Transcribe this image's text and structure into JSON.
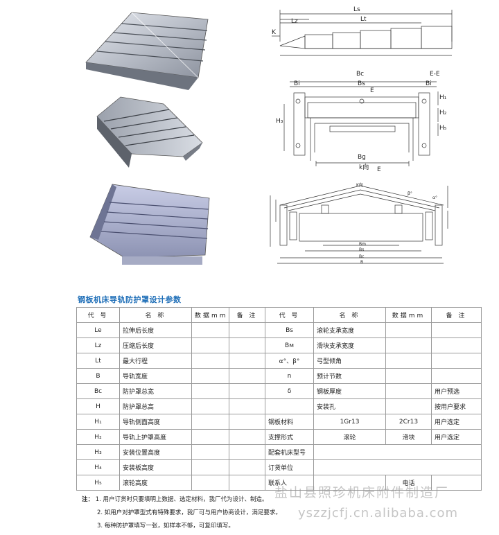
{
  "title": "钢板机床导轨防护罩设计参数",
  "drawing_labels": {
    "top": {
      "ls": "Ls",
      "lz": "Lz",
      "lt": "Lt",
      "k": "K"
    },
    "middle": {
      "bc": "Bc",
      "ee": "E-E",
      "bi_left": "Bi",
      "bs": "Bs",
      "bi_right": "Bi",
      "e_top": "E",
      "h1": "H₁",
      "h2": "H₂",
      "h3": "H₃",
      "h5": "H₅",
      "bg": "Bg",
      "kto": "k向",
      "e_bottom": "E"
    },
    "bottom": {
      "kto": "K向",
      "beta": "β°",
      "alpha": "α°",
      "b_m": "Bm",
      "b_s": "Bs",
      "b_c": "Bc",
      "b": "B"
    }
  },
  "table": {
    "headers": [
      "代 号",
      "名 称",
      "数据mm",
      "备 注",
      "代 号",
      "名 称",
      "数据mm",
      "备 注"
    ],
    "rows": [
      {
        "c1": "Le",
        "c2": "拉伸后长度",
        "c3": "",
        "c4": "",
        "c5": "Bs",
        "c6": "滚轮支承宽度",
        "c7": "",
        "c8": ""
      },
      {
        "c1": "Lz",
        "c2": "压缩后长度",
        "c3": "",
        "c4": "",
        "c5": "Bм",
        "c6": "滑块支承宽度",
        "c7": "",
        "c8": ""
      },
      {
        "c1": "Lt",
        "c2": "最大行程",
        "c3": "",
        "c4": "",
        "c5": "α°、β°",
        "c6": "弓型倾角",
        "c7": "",
        "c8": ""
      },
      {
        "c1": "B",
        "c2": "导轨宽度",
        "c3": "",
        "c4": "",
        "c5": "n",
        "c6": "预计节数",
        "c7": "",
        "c8": ""
      },
      {
        "c1": "Bc",
        "c2": "防护罩总宽",
        "c3": "",
        "c4": "",
        "c5": "δ",
        "c6": "钢板厚度",
        "c7": "",
        "c8": "用户预选"
      },
      {
        "c1": "H",
        "c2": "防护罩总高",
        "c3": "",
        "c4": "",
        "c5": "",
        "c6": "安装孔",
        "c7": "",
        "c8": "按用户要求"
      }
    ],
    "rows_split": [
      {
        "c1": "H₁",
        "c2": "导轨侧面高度",
        "label": "钢板材料",
        "opt1": "1Gr13",
        "opt2": "2Cr13",
        "note": "用户选定"
      },
      {
        "c1": "H₂",
        "c2": "导轨上护罩高度",
        "label": "支撑形式",
        "opt1": "滚轮",
        "opt2": "滑块",
        "note": "用户选定"
      }
    ],
    "rows_wide": [
      {
        "c1": "H₃",
        "c2": "安装位置高度",
        "label": "配套机床型号",
        "value": ""
      },
      {
        "c1": "H₄",
        "c2": "安装板高度",
        "label": "订货单位",
        "value": ""
      }
    ],
    "row_contact": {
      "c1": "H₅",
      "c2": "滚轮高度",
      "label": "联系人",
      "phone_label": "电话"
    }
  },
  "notes": {
    "label": "注：",
    "items": [
      "1. 用户订货时只要填明上数据、选定材料，我厂代为设计、制造。",
      "2. 如用户对护罩型式有特殊要求，我厂可与用户协商设计，满足要求。",
      "3. 每种防护罩填写一张，如样本不够，可复印填写。"
    ]
  },
  "watermark": {
    "company": "盐山县照珍机床附件制造厂",
    "url": "yszzjcfj.cn.alibaba.com"
  }
}
